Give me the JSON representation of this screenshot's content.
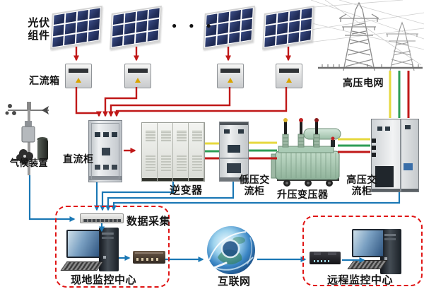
{
  "diagram": {
    "title_context": "PV power plant monitoring system diagram",
    "labels": {
      "pv_modules": "光伏组件",
      "combiner_box": "汇流箱",
      "weather_device": "气候装置",
      "dc_cabinet": "直流柜",
      "inverter": "逆变器",
      "lv_ac_cabinet": "低压交流柜",
      "step_up_transformer": "升压变压器",
      "hv_ac_cabinet": "高压交流柜",
      "hv_grid": "高压电网",
      "data_acquisition": "数据采集",
      "local_monitoring_center": "现地监控中心",
      "internet": "互联网",
      "remote_monitoring_center": "远程监控中心",
      "ellipsis_dots": "●  ●  ●"
    },
    "colors": {
      "wire_dc_red": "#c01818",
      "wire_phase_yellow": "#e6d83e",
      "wire_phase_green": "#2e9e57",
      "wire_comm_blue": "#1b78b5",
      "boundary_dashed_red": "#e01515",
      "panel_cell_blue": "#1f2b55"
    },
    "icons": {
      "pv_panel": "tilted blue solar-panel grid",
      "combiner_box": "gray junction box",
      "weather_station": "mast with anemometer",
      "dc_cabinet": "gray electrical cabinet",
      "inverter": "four-door inverter cabinet",
      "lv_ac_cabinet": "gray switchgear cabinet",
      "transformer": "green oil transformer with bushings",
      "hv_ac_cabinet": "large switchgear cabinet",
      "grid_towers": "two lattice transmission towers",
      "data_acquisition_device": "rack communication unit",
      "computer": "monitor with tower case and keyboard",
      "network_switch": "desktop switch",
      "internet_globe": "blue globe with swirls",
      "remote_router": "black router"
    }
  }
}
